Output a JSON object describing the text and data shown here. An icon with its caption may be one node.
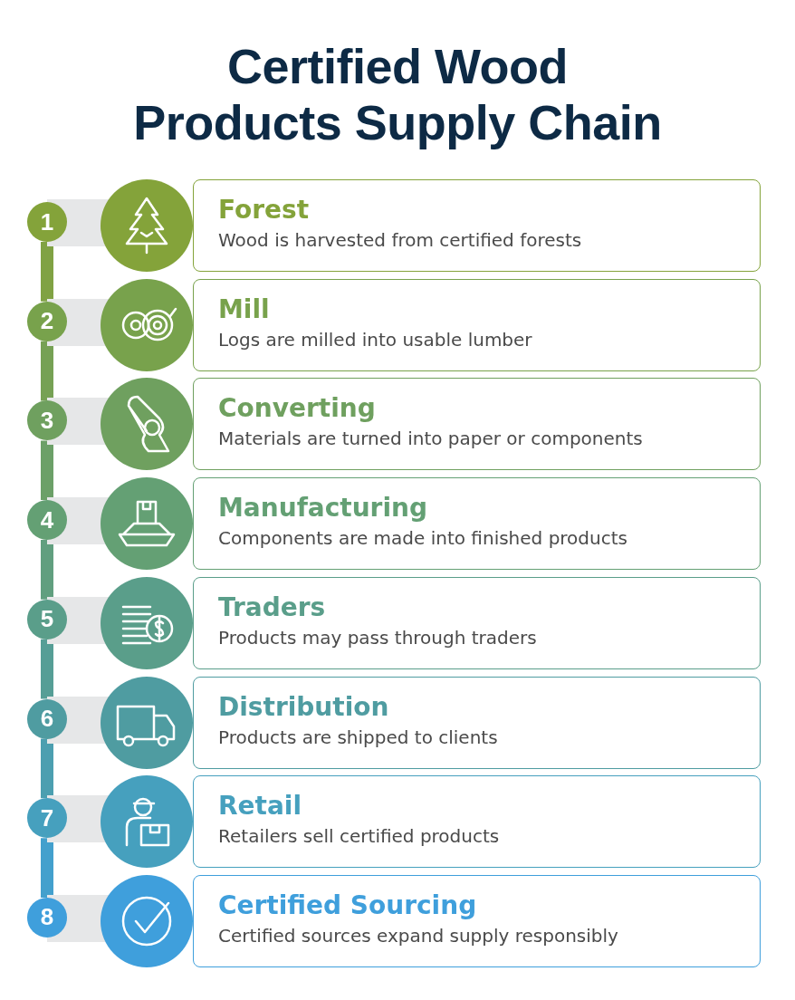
{
  "diagram": {
    "title": "Certified Wood Products Supply Chain",
    "nodes": [
      {
        "text": [
          "1"
        ]
      },
      {
        "text": [
          "Forest",
          "Wood is harvested from certified forests"
        ]
      },
      {
        "text": [
          "2"
        ]
      },
      {
        "text": [
          "Mill",
          "Logs are milled into usable lumber"
        ]
      },
      {
        "text": [
          "3"
        ]
      },
      {
        "text": [
          "Converting",
          "Materials are turned into paper or components"
        ]
      },
      {
        "text": [
          "4"
        ]
      },
      {
        "text": [
          "Manufacturing",
          "Components are made into finished products"
        ]
      },
      {
        "text": [
          "5"
        ]
      },
      {
        "text": [
          "Traders",
          "Products may pass through traders"
        ]
      },
      {
        "text": [
          "6"
        ]
      },
      {
        "text": [
          "Distribution",
          "Products are shipped to clients"
        ]
      },
      {
        "text": [
          "7"
        ]
      },
      {
        "text": [
          "Retail",
          "Retailers sell certified products"
        ]
      },
      {
        "text": [
          "8"
        ]
      },
      {
        "text": [
          "Certified Sourcing",
          "Certified sources expand supply responsibly"
        ]
      }
    ],
    "edges": [
      {
        "from": 0,
        "to": 2,
        "arrow": "none",
        "color": "#80a243"
      },
      {
        "from": 2,
        "to": 4,
        "arrow": "none",
        "color": "#76a154"
      },
      {
        "from": 4,
        "to": 6,
        "arrow": "none",
        "color": "#6ca068"
      },
      {
        "from": 6,
        "to": 8,
        "arrow": "none",
        "color": "#619f7f"
      },
      {
        "from": 8,
        "to": 10,
        "arrow": "none",
        "color": "#569e96"
      },
      {
        "from": 10,
        "to": 12,
        "arrow": "none",
        "color": "#4c9fb0"
      },
      {
        "from": 12,
        "to": 14,
        "arrow": "none",
        "color": "#43a0cd"
      }
    ]
  }
}
